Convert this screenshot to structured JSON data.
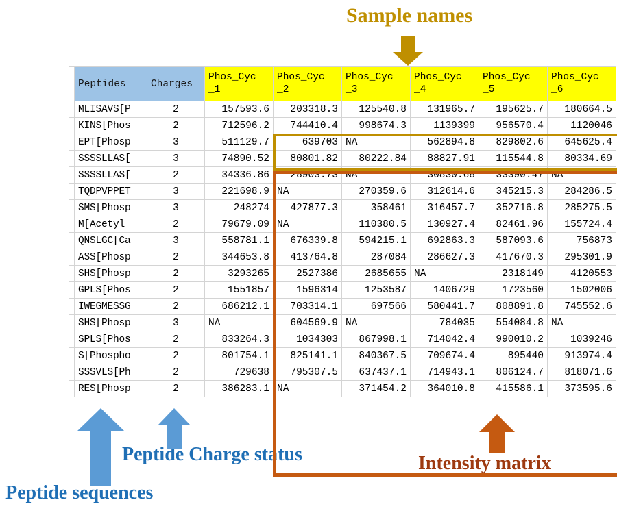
{
  "annotations": {
    "sample_names": "Sample names",
    "peptide_charge_status": "Peptide Charge status",
    "peptide_sequences": "Peptide sequences",
    "intensity_matrix": "Intensity matrix",
    "colors": {
      "sample_names": "#BF8F00",
      "peptide_blue": "#1F6FB5",
      "arrow_blue": "#5B9BD5",
      "intensity_orange": "#C55A11",
      "intensity_label": "#9E3A10",
      "header_yellow": "#FFFF00",
      "header_blue": "#9DC3E6"
    }
  },
  "table": {
    "headers": {
      "peptides": "Peptides",
      "charges": "Charges",
      "samples": [
        {
          "line1": "Phos_Cyc",
          "line2": "_1"
        },
        {
          "line1": "Phos_Cyc",
          "line2": "_2"
        },
        {
          "line1": "Phos_Cyc",
          "line2": "_3"
        },
        {
          "line1": "Phos_Cyc",
          "line2": "_4"
        },
        {
          "line1": "Phos_Cyc",
          "line2": "_5"
        },
        {
          "line1": "Phos_Cyc",
          "line2": "_6"
        }
      ]
    },
    "rows": [
      {
        "peptide": "MLISAVS[P",
        "charge": "2",
        "values": [
          "157593.6",
          "203318.3",
          "125540.8",
          "131965.7",
          "195625.7",
          "180664.5"
        ]
      },
      {
        "peptide": "KINS[Phos",
        "charge": "2",
        "values": [
          "712596.2",
          "744410.4",
          "998674.3",
          "1139399",
          "956570.4",
          "1120046"
        ]
      },
      {
        "peptide": "EPT[Phosp",
        "charge": "3",
        "values": [
          "511129.7",
          "639703",
          "NA",
          "562894.8",
          "829802.6",
          "645625.4"
        ]
      },
      {
        "peptide": "SSSSLLAS[",
        "charge": "3",
        "values": [
          "74890.52",
          "80801.82",
          "80222.84",
          "88827.91",
          "115544.8",
          "80334.69"
        ]
      },
      {
        "peptide": "SSSSLLAS[",
        "charge": "2",
        "values": [
          "34336.86",
          "28903.73",
          "NA",
          "30830.68",
          "33390.47",
          "NA"
        ]
      },
      {
        "peptide": "TQDPVPPET",
        "charge": "3",
        "values": [
          "221698.9",
          "NA",
          "270359.6",
          "312614.6",
          "345215.3",
          "284286.5"
        ]
      },
      {
        "peptide": "SMS[Phosp",
        "charge": "3",
        "values": [
          "248274",
          "427877.3",
          "358461",
          "316457.7",
          "352716.8",
          "285275.5"
        ]
      },
      {
        "peptide": "M[Acetyl",
        "charge": "2",
        "values": [
          "79679.09",
          "NA",
          "110380.5",
          "130927.4",
          "82461.96",
          "155724.4"
        ]
      },
      {
        "peptide": "QNSLGC[Ca",
        "charge": "3",
        "values": [
          "558781.1",
          "676339.8",
          "594215.1",
          "692863.3",
          "587093.6",
          "756873"
        ]
      },
      {
        "peptide": "ASS[Phosp",
        "charge": "2",
        "values": [
          "344653.8",
          "413764.8",
          "287084",
          "286627.3",
          "417670.3",
          "295301.9"
        ]
      },
      {
        "peptide": "SHS[Phosp",
        "charge": "2",
        "values": [
          "3293265",
          "2527386",
          "2685655",
          "NA",
          "2318149",
          "4120553"
        ]
      },
      {
        "peptide": "GPLS[Phos",
        "charge": "2",
        "values": [
          "1551857",
          "1596314",
          "1253587",
          "1406729",
          "1723560",
          "1502006"
        ]
      },
      {
        "peptide": "IWEGMESSG",
        "charge": "2",
        "values": [
          "686212.1",
          "703314.1",
          "697566",
          "580441.7",
          "808891.8",
          "745552.6"
        ]
      },
      {
        "peptide": "SHS[Phosp",
        "charge": "3",
        "values": [
          "NA",
          "604569.9",
          "NA",
          "784035",
          "554084.8",
          "NA"
        ]
      },
      {
        "peptide": "SPLS[Phos",
        "charge": "2",
        "values": [
          "833264.3",
          "1034303",
          "867998.1",
          "714042.4",
          "990010.2",
          "1039246"
        ]
      },
      {
        "peptide": "S[Phospho",
        "charge": "2",
        "values": [
          "801754.1",
          "825141.1",
          "840367.5",
          "709674.4",
          "895440",
          "913974.4"
        ]
      },
      {
        "peptide": "SSSVLS[Ph",
        "charge": "2",
        "values": [
          "729638",
          "795307.5",
          "637437.1",
          "714943.1",
          "806124.7",
          "818071.6"
        ]
      },
      {
        "peptide": "RES[Phosp",
        "charge": "2",
        "values": [
          "386283.1",
          "NA",
          "371454.2",
          "364010.8",
          "415586.1",
          "373595.6"
        ]
      }
    ]
  }
}
